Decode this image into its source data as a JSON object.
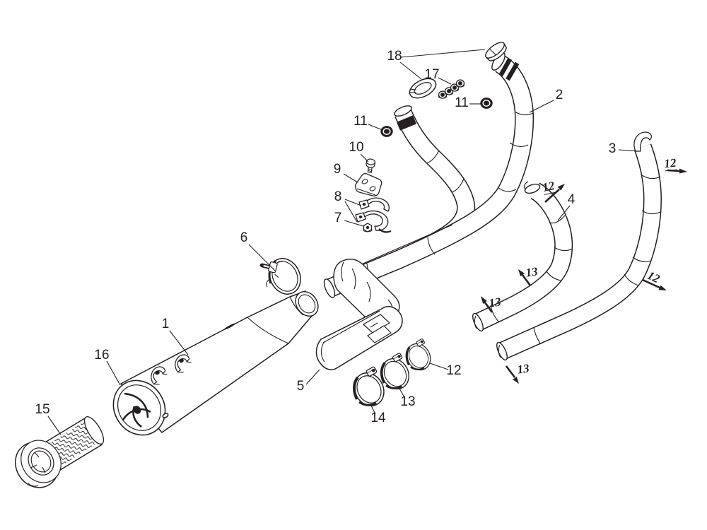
{
  "diagram": {
    "kind": "exploded-parts-diagram",
    "colors": {
      "line": "#241f21",
      "background": "#ffffff"
    },
    "part_labels": [
      {
        "part": "1",
        "text": "1"
      },
      {
        "part": "2",
        "text": "2"
      },
      {
        "part": "3",
        "text": "3"
      },
      {
        "part": "4",
        "text": "4"
      },
      {
        "part": "5",
        "text": "5"
      },
      {
        "part": "6",
        "text": "6"
      },
      {
        "part": "7",
        "text": "7"
      },
      {
        "part": "8",
        "text": "8"
      },
      {
        "part": "9",
        "text": "9"
      },
      {
        "part": "10",
        "text": "10"
      },
      {
        "part": "11",
        "text": "11"
      },
      {
        "part": "11",
        "text": "11"
      },
      {
        "part": "12",
        "text": "12"
      },
      {
        "part": "13",
        "text": "13"
      },
      {
        "part": "14",
        "text": "14"
      },
      {
        "part": "15",
        "text": "15"
      },
      {
        "part": "16",
        "text": "16"
      },
      {
        "part": "17",
        "text": "17"
      },
      {
        "part": "18",
        "text": "18"
      }
    ],
    "flow_labels": [
      {
        "text": "12"
      },
      {
        "text": "12"
      },
      {
        "text": "12"
      },
      {
        "text": "13"
      },
      {
        "text": "13"
      },
      {
        "text": "13"
      }
    ]
  }
}
